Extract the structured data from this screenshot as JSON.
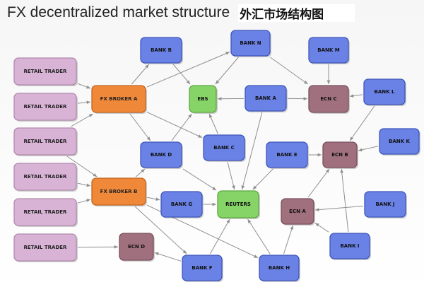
{
  "title": {
    "english": "FX decentralized market structure",
    "chinese": "外汇市场结构图"
  },
  "colors": {
    "retail": "#d9b3d6",
    "broker": "#f0883a",
    "bank": "#6a82e6",
    "ecn": "#a0707e",
    "hub": "#86d368"
  },
  "nodes": [
    {
      "id": "rt1",
      "label": "RETAIL TRADER",
      "kind": "retail"
    },
    {
      "id": "rt2",
      "label": "RETAIL TRADER",
      "kind": "retail"
    },
    {
      "id": "rt3",
      "label": "RETAIL TRADER",
      "kind": "retail"
    },
    {
      "id": "rt4",
      "label": "RETAIL TRADER",
      "kind": "retail"
    },
    {
      "id": "rt5",
      "label": "RETAIL TRADER",
      "kind": "retail"
    },
    {
      "id": "rt6",
      "label": "RETAIL TRADER",
      "kind": "retail"
    },
    {
      "id": "fxa",
      "label": "FX BROKER A",
      "kind": "broker"
    },
    {
      "id": "fxb",
      "label": "FX BROKER B",
      "kind": "broker"
    },
    {
      "id": "bankB",
      "label": "BANK B",
      "kind": "bank"
    },
    {
      "id": "bankN",
      "label": "BANK N",
      "kind": "bank"
    },
    {
      "id": "bankM",
      "label": "BANK M",
      "kind": "bank"
    },
    {
      "id": "ebs",
      "label": "EBS",
      "kind": "hub"
    },
    {
      "id": "bankA",
      "label": "BANK A",
      "kind": "bank"
    },
    {
      "id": "ecnC",
      "label": "ECN C",
      "kind": "ecn"
    },
    {
      "id": "bankL",
      "label": "BANK L",
      "kind": "bank"
    },
    {
      "id": "bankK",
      "label": "BANK K",
      "kind": "bank"
    },
    {
      "id": "bankD",
      "label": "BANK D",
      "kind": "bank"
    },
    {
      "id": "bankC",
      "label": "BANK C",
      "kind": "bank"
    },
    {
      "id": "bankE",
      "label": "BANK E",
      "kind": "bank"
    },
    {
      "id": "ecnB",
      "label": "ECN B",
      "kind": "ecn"
    },
    {
      "id": "bankG",
      "label": "BANK G",
      "kind": "bank"
    },
    {
      "id": "reuters",
      "label": "REUTERS",
      "kind": "hub"
    },
    {
      "id": "ecnA",
      "label": "ECN A",
      "kind": "ecn"
    },
    {
      "id": "bankJ",
      "label": "BANK J",
      "kind": "bank"
    },
    {
      "id": "ecnD",
      "label": "ECN D",
      "kind": "ecn"
    },
    {
      "id": "bankI",
      "label": "BANK I",
      "kind": "bank"
    },
    {
      "id": "bankF",
      "label": "BANK F",
      "kind": "bank"
    },
    {
      "id": "bankH",
      "label": "BANK H",
      "kind": "bank"
    }
  ],
  "edges": [
    {
      "from": "rt1",
      "to": "fxa"
    },
    {
      "from": "rt2",
      "to": "fxa"
    },
    {
      "from": "rt3",
      "to": "fxa"
    },
    {
      "from": "rt3",
      "to": "fxb"
    },
    {
      "from": "rt4",
      "to": "fxb"
    },
    {
      "from": "rt5",
      "to": "fxb"
    },
    {
      "from": "rt6",
      "to": "ecnD"
    },
    {
      "from": "fxa",
      "to": "bankB"
    },
    {
      "from": "fxa",
      "to": "bankN"
    },
    {
      "from": "fxa",
      "to": "bankD"
    },
    {
      "from": "fxa",
      "to": "bankC"
    },
    {
      "from": "fxb",
      "to": "bankD"
    },
    {
      "from": "fxb",
      "to": "bankG"
    },
    {
      "from": "fxb",
      "to": "bankF"
    },
    {
      "from": "fxb",
      "to": "bankH"
    },
    {
      "from": "bankB",
      "to": "ebs"
    },
    {
      "from": "bankN",
      "to": "ebs"
    },
    {
      "from": "bankN",
      "to": "ecnC"
    },
    {
      "from": "bankM",
      "to": "ecnC"
    },
    {
      "from": "bankA",
      "to": "ebs"
    },
    {
      "from": "bankA",
      "to": "ecnC"
    },
    {
      "from": "bankA",
      "to": "reuters"
    },
    {
      "from": "bankL",
      "to": "ecnC"
    },
    {
      "from": "bankL",
      "to": "ecnB"
    },
    {
      "from": "bankK",
      "to": "ecnB"
    },
    {
      "from": "bankD",
      "to": "ebs"
    },
    {
      "from": "bankD",
      "to": "reuters"
    },
    {
      "from": "bankC",
      "to": "ebs"
    },
    {
      "from": "bankC",
      "to": "reuters"
    },
    {
      "from": "bankE",
      "to": "ecnB"
    },
    {
      "from": "bankE",
      "to": "reuters"
    },
    {
      "from": "bankG",
      "to": "reuters"
    },
    {
      "from": "bankJ",
      "to": "ecnA"
    },
    {
      "from": "bankI",
      "to": "ecnA"
    },
    {
      "from": "bankI",
      "to": "ecnB"
    },
    {
      "from": "ecnA",
      "to": "ecnB"
    },
    {
      "from": "bankF",
      "to": "ecnD"
    },
    {
      "from": "bankF",
      "to": "reuters"
    },
    {
      "from": "bankH",
      "to": "reuters"
    },
    {
      "from": "bankH",
      "to": "ecnA"
    }
  ]
}
